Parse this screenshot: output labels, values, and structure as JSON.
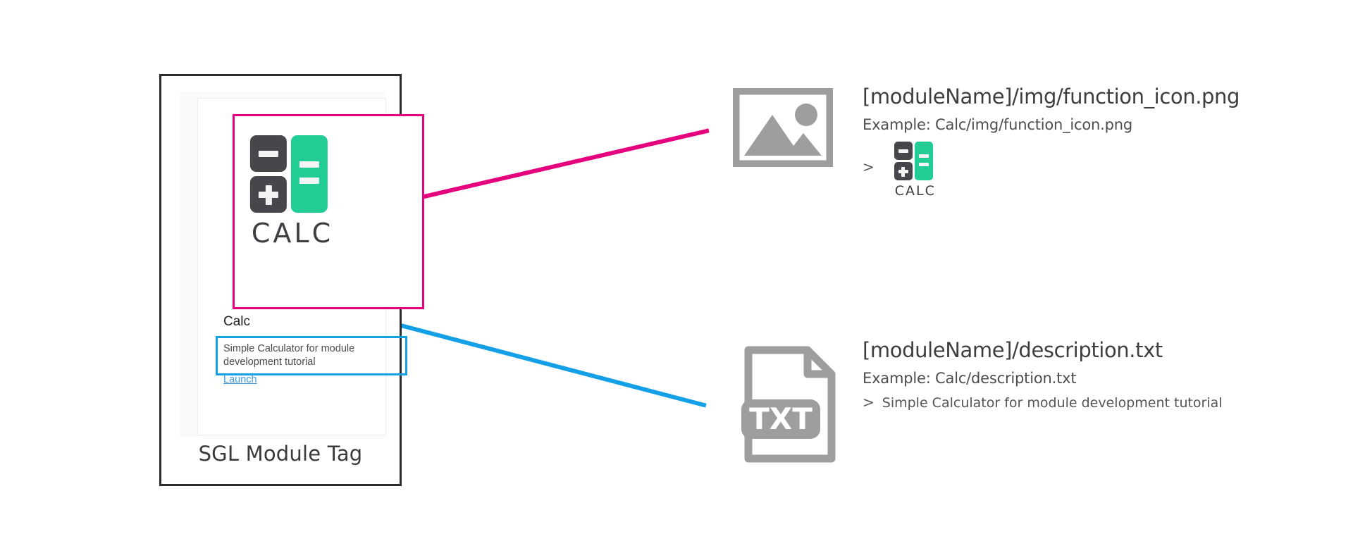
{
  "diagram": {
    "frame_caption": "SGL Module Tag",
    "module_tag": {
      "logo_word": "CALC",
      "title": "Calc",
      "description": "Simple Calculator for module development tutorial",
      "launch_label": "Launch"
    },
    "highlights": {
      "icon_box_color": "#e5007e",
      "description_box_color": "#14a0e6"
    },
    "entries": [
      {
        "icon": "image-placeholder-icon",
        "heading": "[moduleName]/img/function_icon.png",
        "example": "Example: Calc/img/function_icon.png",
        "value_prefix": ">",
        "value_kind": "calc-logo",
        "logo_word": "CALC",
        "connector_color": "#e5007e"
      },
      {
        "icon": "txt-file-icon",
        "icon_label": "TXT",
        "heading": "[moduleName]/description.txt",
        "example": "Example: Calc/description.txt",
        "value_prefix": ">",
        "value_kind": "text",
        "value_text": "Simple Calculator for module development tutorial",
        "connector_color": "#14a0e6"
      }
    ],
    "colors": {
      "key_dark": "#46464b",
      "key_green": "#21cc95",
      "frame_border": "#2b2b2b",
      "icon_grey": "#9e9e9e"
    }
  }
}
